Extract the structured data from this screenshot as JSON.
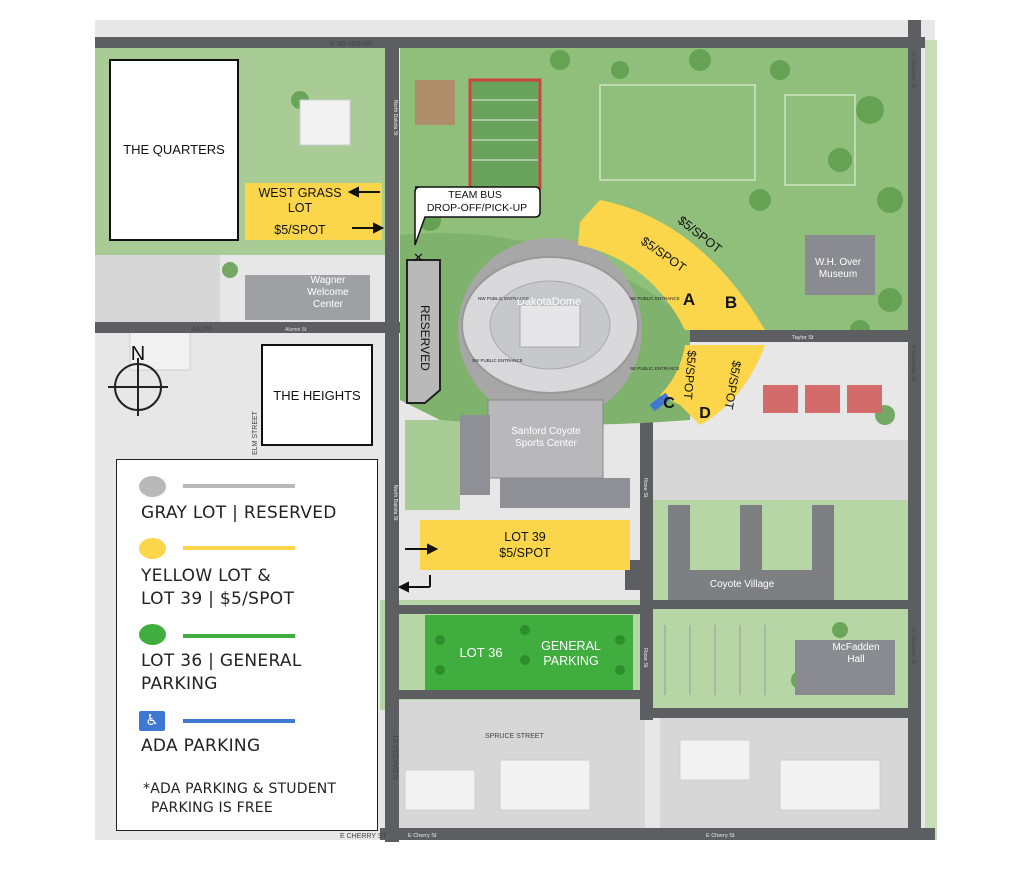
{
  "buildings": {
    "the_quarters": "THE QUARTERS",
    "the_heights": "THE HEIGHTS",
    "dakota_dome": "DakotaDome",
    "sanford_line1": "Sanford Coyote",
    "sanford_line2": "Sports Center",
    "wagner_line1": "Wagner",
    "wagner_line2": "Welcome",
    "wagner_line3": "Center",
    "wh_over_line1": "W.H. Over",
    "wh_over_line2": "Museum",
    "coyote_village": "Coyote Village",
    "mcfadden_line1": "McFadden",
    "mcfadden_line2": "Hall"
  },
  "lots": {
    "west_grass_line1": "WEST GRASS",
    "west_grass_line2": "LOT",
    "west_grass_price": "$5/SPOT",
    "team_bus_line1": "TEAM BUS",
    "team_bus_line2": "DROP-OFF/PICK-UP",
    "reserved": "RESERVED",
    "outer_price": "$5/SPOT",
    "inner_price": "$5/SPOT",
    "section_a": "A",
    "section_b": "B",
    "section_c": "C",
    "section_d": "D",
    "lower_inner_price": "$5/SPOT",
    "lower_outer_price": "$5/SPOT",
    "lot39_name": "LOT 39",
    "lot39_price": "$5/SPOT",
    "lot36_name": "LOT 36",
    "general_line1": "GENERAL",
    "general_line2": "PARKING"
  },
  "streets": {
    "sd_highway": "E SD HIGHW",
    "alumni_left": "ALUM",
    "alumni_st": "Alumni St",
    "north_dakota_upper": "North Dakota St",
    "north_dakota_lower": "North Dakota St",
    "elm_street": "ELM STREET",
    "spruce_street": "SPRUCE STREET",
    "n_dakota_st": "N DAKOTA ST",
    "e_cherry_left": "E CHERRY ST",
    "e_cherry_mid": "E Cherry St",
    "e_cherry_right": "E Cherry St",
    "n_university_upper": "N University St",
    "n_university_mid": "N University St",
    "n_university_lower": "N University St",
    "taylor_st": "Taylor St",
    "rose_st_upper": "Rose St",
    "rose_st_lower": "Rose St"
  },
  "entrances": {
    "nw": "NW PUBLIC ENTRANCE",
    "ne": "NE PUBLIC ENTRANCE",
    "sw": "SW PUBLIC ENTRANCE",
    "se": "SE PUBLIC ENTRANCE"
  },
  "compass_label": "N",
  "legend": {
    "gray": "GRAY LOT | RESERVED",
    "yellow_line1": "YELLOW LOT &",
    "yellow_line2": "LOT 39 | $5/SPOT",
    "green_line1": "LOT 36 | GENERAL",
    "green_line2": "PARKING",
    "ada": "ADA PARKING",
    "ada_icon": "wheelchair-icon",
    "note_line1": "*ADA PARKING & STUDENT",
    "note_line2": "PARKING IS FREE"
  },
  "colors": {
    "yellow": "#fbd64a",
    "green": "#3fae3f",
    "gray": "#b9b9b9",
    "ada_blue": "#3f78d4",
    "road": "#5c5e62",
    "grass": "#9cc48a"
  }
}
